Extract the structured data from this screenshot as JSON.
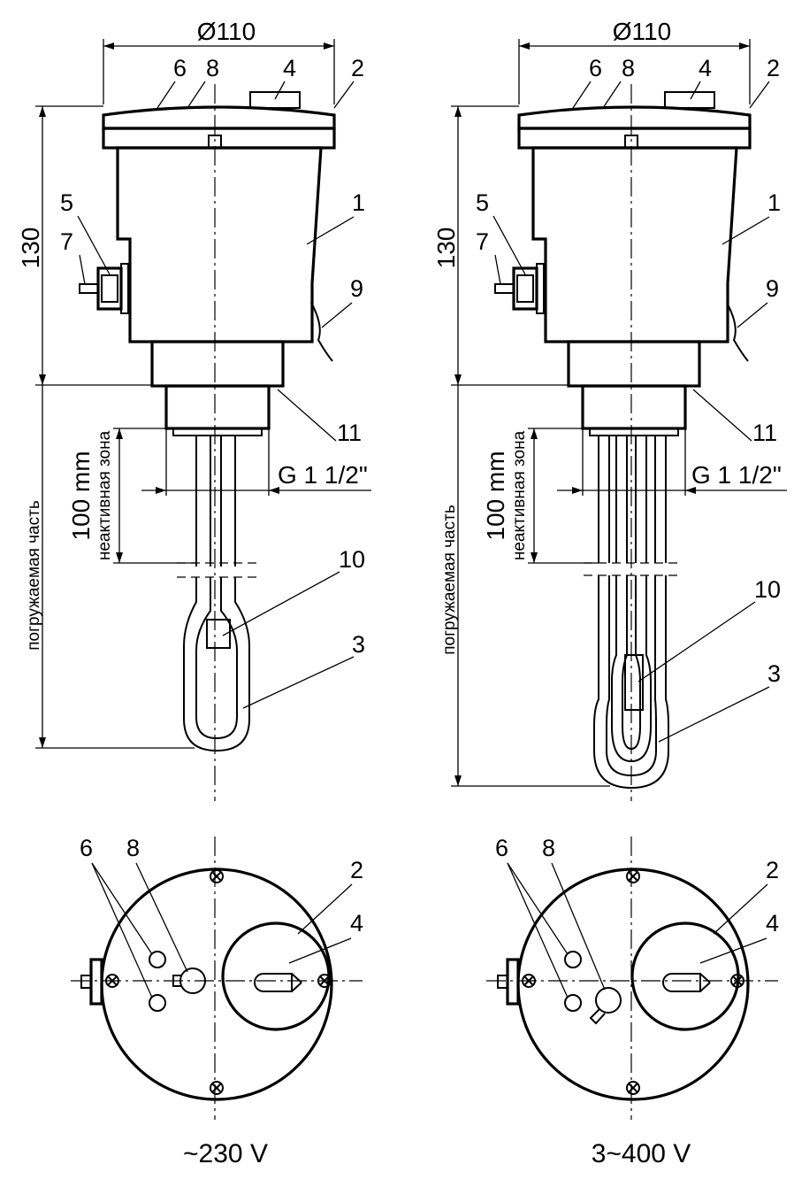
{
  "views": {
    "left": {
      "voltage": "~230 V",
      "diameter": "Ø110",
      "height": "130",
      "inactive_length": "100 mm",
      "inactive_zone": "неактивная зона",
      "immersed_part": "погружаемая часть",
      "thread": "G 1 1/2\"",
      "callouts": [
        "1",
        "2",
        "3",
        "4",
        "5",
        "6",
        "7",
        "8",
        "9",
        "10",
        "11"
      ],
      "top_callouts": [
        "6",
        "8",
        "2",
        "4"
      ]
    },
    "right": {
      "voltage": "3~400 V",
      "diameter": "Ø110",
      "height": "130",
      "inactive_length": "100 mm",
      "inactive_zone": "неактивная зона",
      "immersed_part": "погружаемая часть",
      "thread": "G 1 1/2\"",
      "callouts": [
        "1",
        "2",
        "3",
        "4",
        "5",
        "6",
        "7",
        "8",
        "9",
        "10",
        "11"
      ],
      "top_callouts": [
        "6",
        "8",
        "2",
        "4"
      ]
    }
  }
}
